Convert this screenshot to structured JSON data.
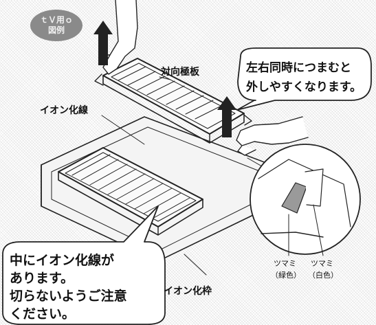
{
  "badge": {
    "line1": "ｔＶ用ｏ",
    "line2": "図例"
  },
  "labels": {
    "counter_plate": "対向極板",
    "ion_wire": "イオン化線",
    "ion_frame": "イオン化枠",
    "knob_green": "ツマミ",
    "knob_green_color": "（緑色）",
    "knob_white": "ツマミ",
    "knob_white_color": "（白色）"
  },
  "bubble_top": {
    "line1": "左右同時につまむと",
    "line2": "外しやすくなります。"
  },
  "bubble_bottom": {
    "line1": "中にイオン化線が",
    "line2": "あります。",
    "line3": "切らないようご注意",
    "line4": "ください。"
  },
  "colors": {
    "ink": "#111111",
    "badge": "#8a8a8a",
    "arrow": "#222222"
  }
}
